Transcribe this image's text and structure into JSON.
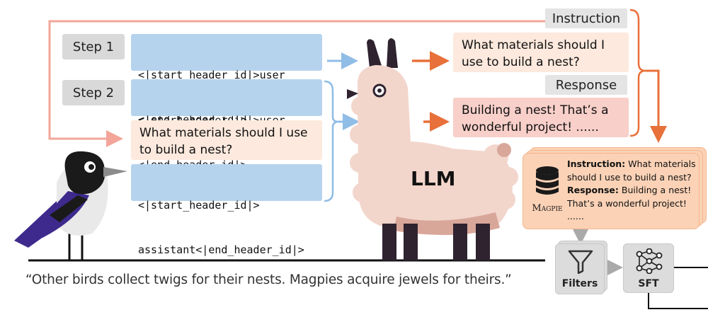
{
  "steps": {
    "step1_label": "Step 1",
    "step2_label": "Step 2"
  },
  "templates": {
    "user_header_line1": "<|start_header_id|>user",
    "user_header_line2": "<|end_header_id|>",
    "assistant_header_line1": "<|start_header_id|>",
    "assistant_header_line2": "assistant<|end_header_id|>"
  },
  "instruction_text": "What materials should I use to build a nest?",
  "llm_output": {
    "instruction_text_line1": "What materials should I",
    "instruction_text_line2": "use to build a nest?",
    "response_text_line1": "Building a nest! That’s a",
    "response_text_line2": "wonderful project! ......"
  },
  "tags": {
    "instruction": "Instruction",
    "response": "Response"
  },
  "llm_label": "LLM",
  "dataset": {
    "instruction_key": "Instruction:",
    "instruction_value": " What materials should I use to build a nest?",
    "response_key": "Response:",
    "response_value": " Building a nest! That’s a wonderful project!",
    "ellipsis": "......",
    "brand": "Magpie"
  },
  "pipeline": {
    "filters_label": "Filters",
    "sft_label": "SFT"
  },
  "quote": "“Other birds collect twigs for their nests. Magpies acquire jewels for theirs.”",
  "colors": {
    "code_blue": "#b6d3ee",
    "peach": "#fde9dd",
    "response_pink": "#f8cfc9",
    "arrow_orange": "#e8703a",
    "arrow_blue": "#8fbde6",
    "feedback_pink": "#f3a59a",
    "magpie_purple": "#3d2a8c"
  }
}
